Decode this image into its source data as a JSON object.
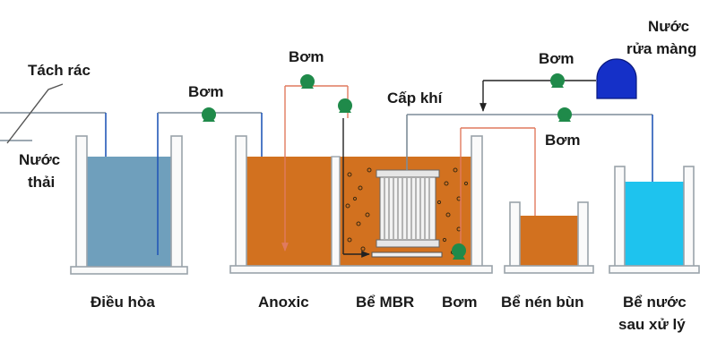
{
  "labels": {
    "screen": "Tách rác",
    "wastewater_line1": "Nước",
    "wastewater_line2": "thải",
    "pump_1": "Bơm",
    "pump_2": "Bơm",
    "pump_3": "Bơm",
    "pump_4": "Bơm",
    "pump_5": "Bơm",
    "air_supply": "Cấp khí",
    "membrane_wash_line1": "Nước",
    "membrane_wash_line2": "rửa màng",
    "tank_equalization": "Điều hòa",
    "tank_anoxic": "Anoxic",
    "tank_mbr": "Bể MBR",
    "tank_sludge": "Bể nén bùn",
    "tank_treated_line1": "Bể nước",
    "tank_treated_line2": "sau xử lý"
  },
  "colors": {
    "pipe": "#7d8c98",
    "wall": "#9aa3aa",
    "equalization_water": "#6f9fbc",
    "anoxic_water": "#d2711f",
    "treated_water": "#1ec3ee",
    "pump": "#1f8a4a",
    "wash_tank": "#1530c8",
    "flow_blue": "#2358b8",
    "flow_orange": "#e07a5f"
  }
}
